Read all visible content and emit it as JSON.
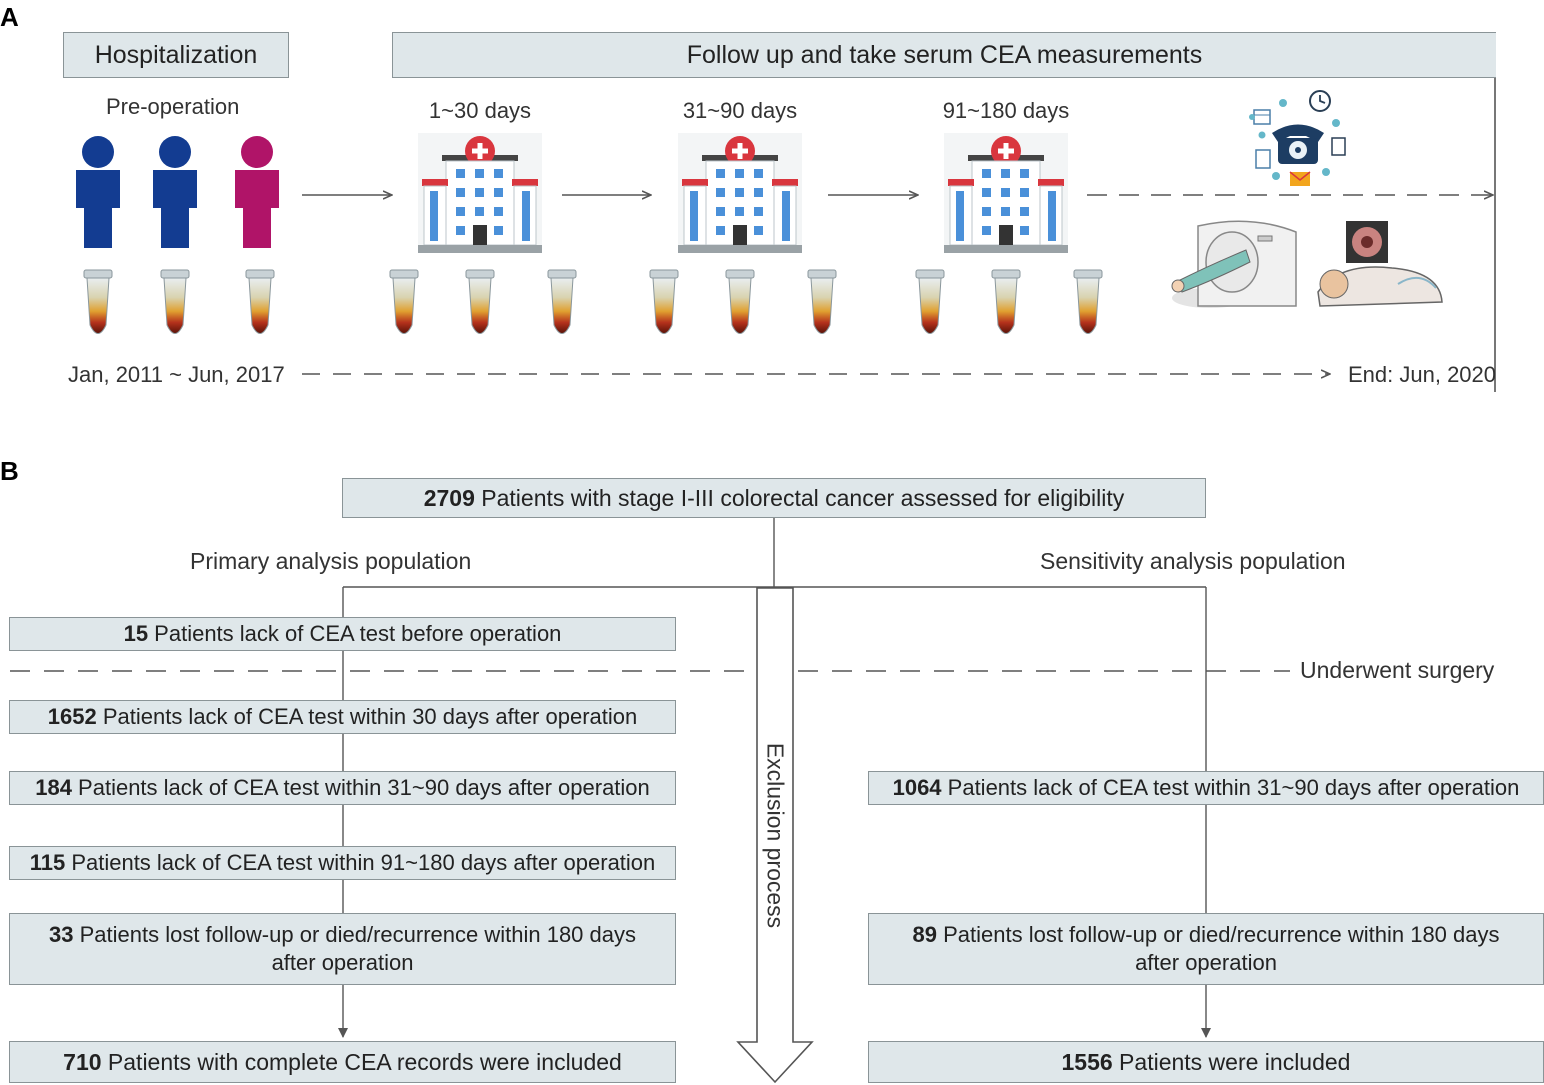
{
  "panelA": {
    "label": "A",
    "hospitalization": "Hospitalization",
    "follow_up": "Follow up and take serum CEA measurements",
    "pre_operation": "Pre-operation",
    "periods": [
      "1~30 days",
      "31~90 days",
      "91~180 days"
    ],
    "start_date": "Jan, 2011 ~ Jun, 2017",
    "end_date": "End: Jun, 2020",
    "colors": {
      "male": "#133c91",
      "female": "#b01468",
      "box_fill": "#dfe7ea",
      "hospital_blue": "#4a90d9",
      "hospital_red": "#d9363e"
    }
  },
  "panelB": {
    "label": "B",
    "top": {
      "count": "2709",
      "text": " Patients with stage I-III colorectal cancer assessed for eligibility"
    },
    "primary_title": "Primary analysis population",
    "sensitivity_title": "Sensitivity analysis population",
    "surgery_label": "Underwent surgery",
    "exclusion_label": "Exclusion process",
    "primary": [
      {
        "count": "15",
        "text": " Patients lack of CEA test before operation"
      },
      {
        "count": "1652",
        "text": " Patients lack of CEA test within 30 days after operation"
      },
      {
        "count": "184",
        "text": " Patients lack of CEA test within 31~90 days after operation"
      },
      {
        "count": "115",
        "text": " Patients lack of CEA test within 91~180 days after operation"
      },
      {
        "count": "33",
        "text": " Patients lost follow-up or died/recurrence within 180 days",
        "text2": "after operation"
      },
      {
        "count": "710",
        "text": " Patients with complete CEA records were included"
      }
    ],
    "sensitivity": [
      {
        "count": "1064",
        "text": " Patients lack of CEA test within 31~90 days after operation"
      },
      {
        "count": "89",
        "text": " Patients lost follow-up or died/recurrence within 180 days",
        "text2": "after operation"
      },
      {
        "count": "1556",
        "text": " Patients were included"
      }
    ]
  }
}
